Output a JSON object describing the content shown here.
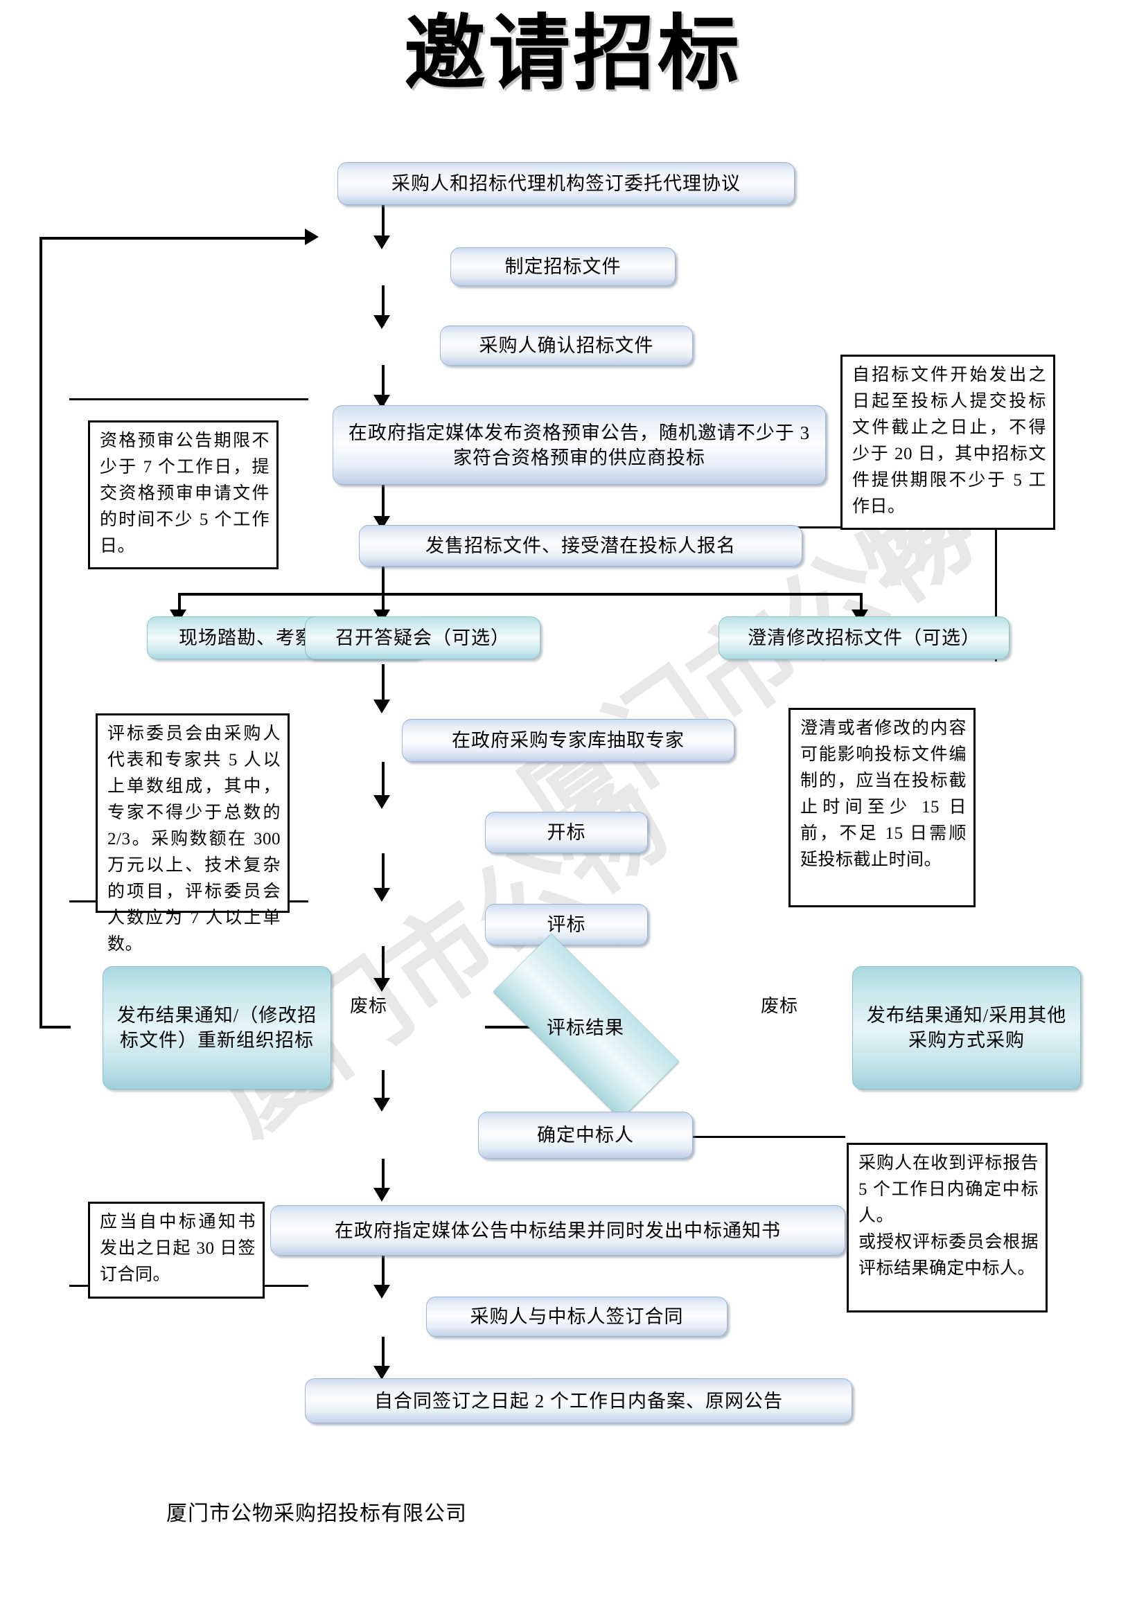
{
  "title": "邀请招标",
  "footer": "厦门市公物采购招投标有限公司",
  "watermarks": [
    "厦门市公物",
    "厦门市公物",
    "厦门"
  ],
  "flow": {
    "steps": [
      {
        "id": "step-agency-agreement",
        "label": "采购人和招标代理机构签订委托代理协议"
      },
      {
        "id": "step-make-documents",
        "label": "制定招标文件"
      },
      {
        "id": "step-buyer-confirm",
        "label": "采购人确认招标文件"
      },
      {
        "id": "step-publish-prequalification",
        "label": "在政府指定媒体发布资格预审公告，随机邀请不少于 3 家符合资格预审的供应商投标"
      },
      {
        "id": "step-sell-documents",
        "label": "发售招标文件、接受潜在投标人报名"
      },
      {
        "id": "step-site-visit",
        "label": "现场踏勘、考察（可选）"
      },
      {
        "id": "step-qa-meeting",
        "label": "召开答疑会（可选）"
      },
      {
        "id": "step-clarify-documents",
        "label": "澄清修改招标文件（可选）"
      },
      {
        "id": "step-draw-experts",
        "label": "在政府采购专家库抽取专家"
      },
      {
        "id": "step-bid-opening",
        "label": "开标"
      },
      {
        "id": "step-bid-evaluation",
        "label": "评标"
      },
      {
        "id": "step-decision-result",
        "label": "评标结果"
      },
      {
        "id": "step-reorganize",
        "label": "发布结果通知/（修改招标文件）重新组织招标"
      },
      {
        "id": "step-other-method",
        "label": "发布结果通知/采用其他采购方式采购"
      },
      {
        "id": "step-determine-winner",
        "label": "确定中标人"
      },
      {
        "id": "step-announce-winner",
        "label": "在政府指定媒体公告中标结果并同时发出中标通知书"
      },
      {
        "id": "step-sign-contract",
        "label": "采购人与中标人签订合同"
      },
      {
        "id": "step-record-filing",
        "label": "自合同签订之日起 2 个工作日内备案、原网公告"
      }
    ],
    "edge_labels": {
      "left_fail": "废标",
      "right_fail": "废标"
    }
  },
  "notes": [
    {
      "id": "note-prequalification-period",
      "text": "资格预审公告期限不少于 7 个工作日，提交资格预审申请文件的时间不少 5 个工作日。"
    },
    {
      "id": "note-bidding-period",
      "text": "自招标文件开始发出之日起至投标人提交投标文件截止之日止，不得少于 20 日，其中招标文件提供期限不少于 5 工作日。"
    },
    {
      "id": "note-evaluation-committee",
      "text": "评标委员会由采购人代表和专家共 5 人以上单数组成，其中，专家不得少于总数的 2/3。采购数额在 300 万元以上、技术复杂的项目，评标委员会人数应为 7 人以上单数。"
    },
    {
      "id": "note-clarification-deadline",
      "text": "澄清或者修改的内容可能影响投标文件编制的，应当在投标截止时间至少 15 日前，不足 15 日需顺延投标截止时间。"
    },
    {
      "id": "note-contract-30days",
      "text": "应当自中标通知书发出之日起 30 日签订合同。"
    },
    {
      "id": "note-winner-5days",
      "text": "采购人在收到评标报告 5 个工作日内确定中标人。\n或授权评标委员会根据评标结果确定中标人。"
    }
  ],
  "colors": {
    "box_blue": "#cddeef",
    "box_teal": "#bfe3e9",
    "border_blue": "#9fb6d4",
    "border_teal": "#8fc2c9",
    "line": "#000000",
    "watermark": "#e8e8e8"
  }
}
